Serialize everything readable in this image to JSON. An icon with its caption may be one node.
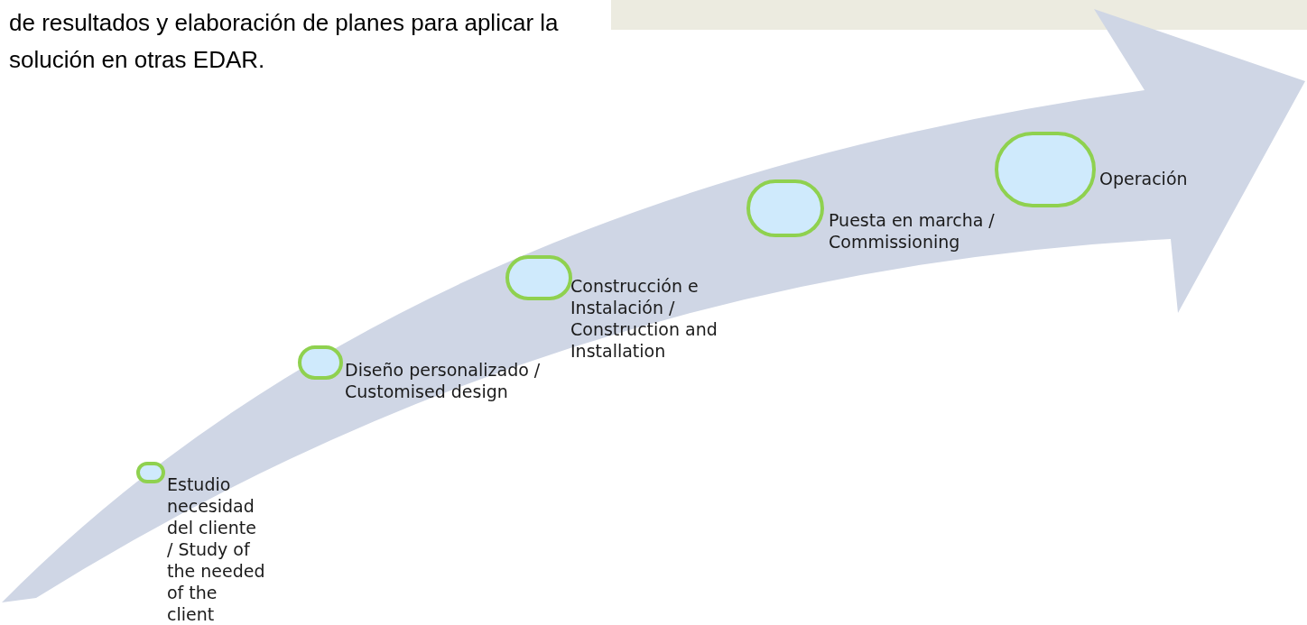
{
  "diagram": {
    "nodes": [
      {
        "text": [],
        "shape": "circle",
        "beside": [
          "Estudio necesidad del cliente / Study of the needed of the client"
        ]
      },
      {
        "text": [],
        "shape": "circle",
        "beside": [
          "Diseño personalizado / Customised design"
        ]
      },
      {
        "text": [],
        "shape": "circle",
        "beside": [
          "Construcción e Instalación / Construction and Installation"
        ]
      },
      {
        "text": [],
        "shape": "circle",
        "beside": [
          "Puesta en marcha / Commissioning"
        ]
      },
      {
        "text": [],
        "shape": "circle",
        "beside": [
          "Operación"
        ]
      }
    ],
    "labels": [
      "de resultados y elaboración de planes para aplicar la solución en otras EDAR."
    ]
  }
}
